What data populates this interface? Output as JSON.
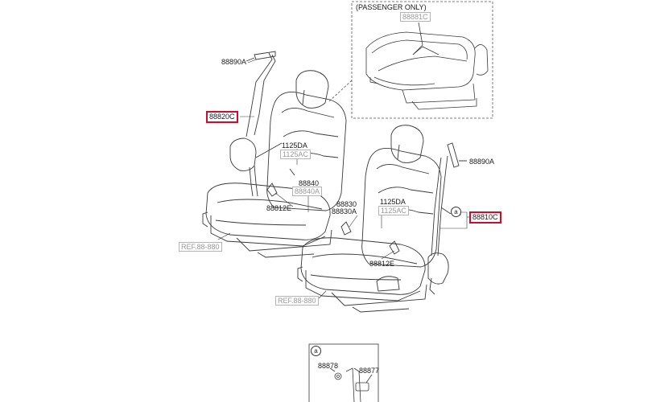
{
  "passenger_only": {
    "title": "(PASSENGER ONLY)",
    "part": "88881C"
  },
  "left_assembly": {
    "upper_anchor": "88890A",
    "belt_assembly": "88820C",
    "bolt": "1125DA",
    "bolt_alt": "1125AC",
    "buckle": "88840",
    "buckle_alt": "88840A",
    "buckle_bracket": "88812E",
    "ref": "REF.88-880"
  },
  "right_assembly": {
    "upper_anchor": "88890A",
    "buckle": "88830",
    "buckle_alt": "88830A",
    "bolt": "1125DA",
    "bolt_alt": "1125AC",
    "callout": "a",
    "belt_assembly": "88810C",
    "buckle_bracket": "88812E",
    "ref": "REF.88-880"
  },
  "detail_a": {
    "callout": "a",
    "part_1": "88878",
    "part_2": "88877"
  },
  "colors": {
    "highlight": "#c8102e",
    "line": "#3a3a3a",
    "muted": "#9a9a9a"
  }
}
